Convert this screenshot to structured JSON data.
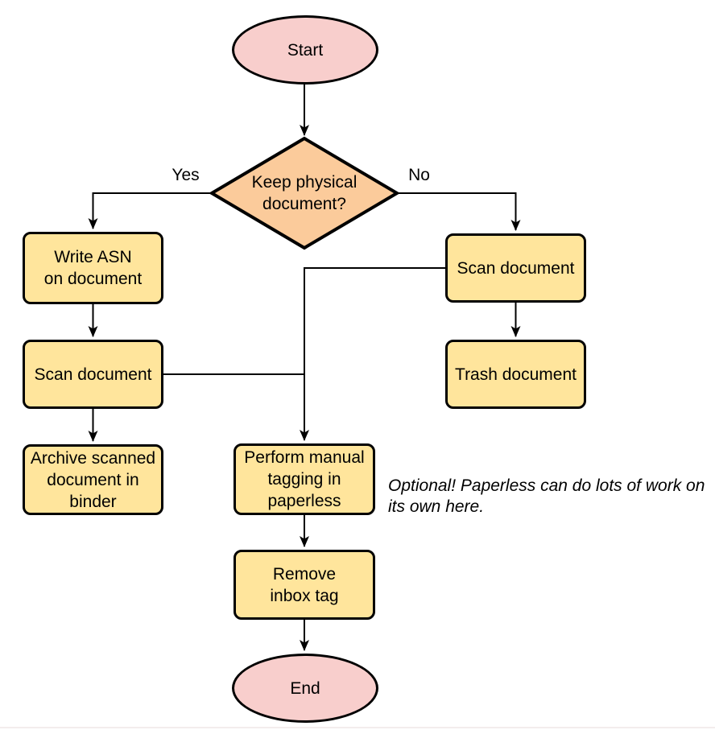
{
  "colors": {
    "terminal_fill": "#F8CECC",
    "process_fill": "#FFE59C",
    "decision_fill": "#FBCB9B",
    "stroke": "#000000",
    "background": "#ffffff"
  },
  "nodes": {
    "start": {
      "label": "Start",
      "type": "terminal"
    },
    "decision": {
      "label": "Keep physical\ndocument?",
      "type": "decision"
    },
    "write_asn": {
      "label": "Write ASN\non document",
      "type": "process"
    },
    "scan_left": {
      "label": "Scan document",
      "type": "process"
    },
    "archive": {
      "label": "Archive scanned\ndocument in\nbinder",
      "type": "process"
    },
    "scan_right": {
      "label": "Scan document",
      "type": "process"
    },
    "trash": {
      "label": "Trash document",
      "type": "process"
    },
    "tagging": {
      "label": "Perform manual\ntagging in\npaperless",
      "type": "process"
    },
    "remove_inbox": {
      "label": "Remove\ninbox tag",
      "type": "process"
    },
    "end": {
      "label": "End",
      "type": "terminal"
    }
  },
  "edge_labels": {
    "yes": "Yes",
    "no": "No"
  },
  "annotation": "Optional! Paperless can do lots of work on\nits own here."
}
